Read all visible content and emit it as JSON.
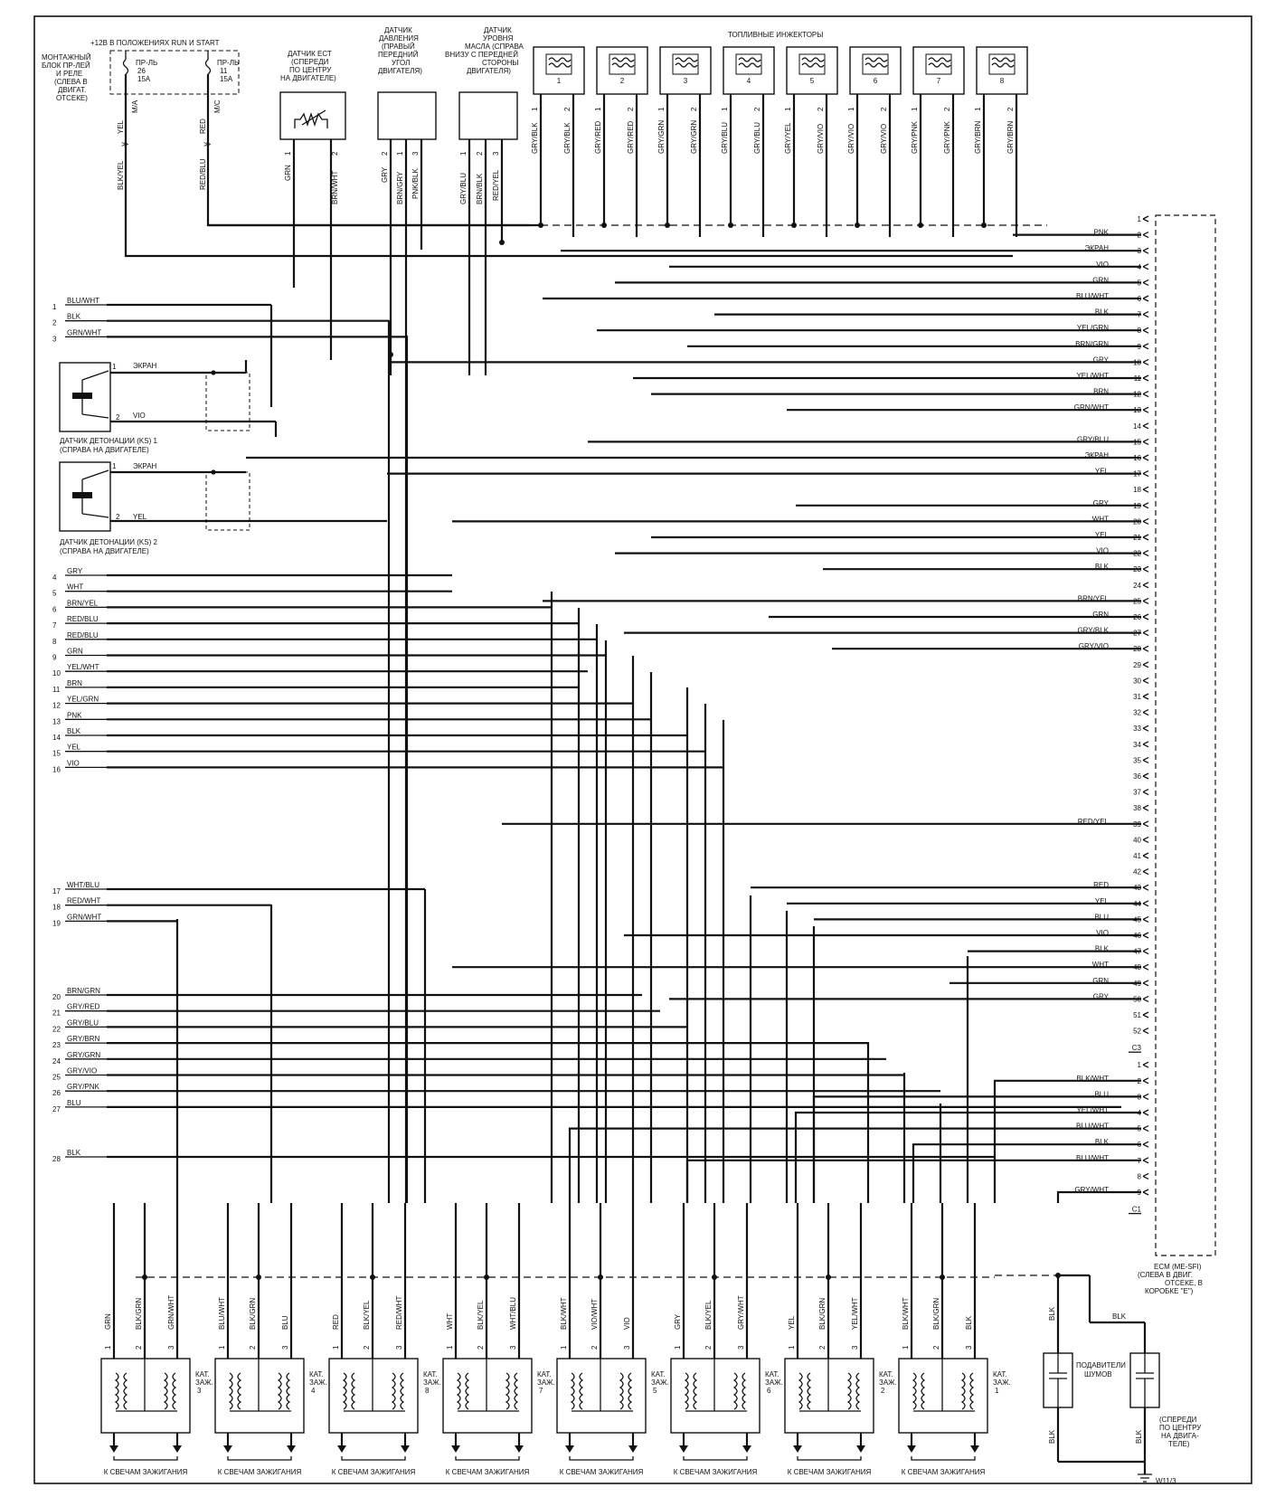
{
  "fuse_block": {
    "supply_title": "+12В В ПОЛОЖЕНИЯХ RUN  И  START",
    "label_lines": [
      "МОНТАЖНЫЙ",
      "БЛОК ПР-ЛЕЙ",
      "И  РЕЛЕ",
      "(СЛЕВА В",
      "ДВИГАТ.",
      "ОТСЕКЕ)"
    ],
    "fuses": [
      {
        "lines": [
          "ПР-ЛЬ",
          "26",
          "15А"
        ],
        "pin": "M/A",
        "wire_top": "YEL",
        "wire_bottom": "BLK/YEL"
      },
      {
        "lines": [
          "ПР-ЛЬ",
          "11",
          "15А"
        ],
        "pin": "M/C",
        "wire_top": "RED",
        "wire_bottom": "RED/BLU"
      }
    ]
  },
  "sensors": {
    "ect": {
      "lines": [
        "ДАТЧИК ЕСТ",
        "(СПЕРЕДИ",
        "ПО ЦЕНТРУ",
        "НА ДВИГАТЕЛЕ)"
      ],
      "wires": [
        "GRN",
        "BRN/WHT"
      ],
      "pins": [
        "1",
        "2"
      ]
    },
    "pressure": {
      "lines": [
        "ДАТЧИК",
        "ДАВЛЕНИЯ",
        "(ПРАВЫЙ",
        "ПЕРЕДНИЙ",
        "УГОЛ",
        "ДВИГАТЕЛЯ)"
      ],
      "wires": [
        "GRY",
        "BRN/GRY",
        "PNK/BLK"
      ],
      "pins": [
        "2",
        "1",
        "3"
      ]
    },
    "oil_level": {
      "lines": [
        "ДАТЧИК",
        "УРОВНЯ",
        "МАСЛА (СПРАВА",
        "ВНИЗУ С ПЕРЕДНЕЙ",
        "СТОРОНЫ",
        "ДВИГАТЕЛЯ)"
      ],
      "wires": [
        "GRY/BLU",
        "BRN/BLK",
        "RED/YEL"
      ],
      "pins": [
        "1",
        "2",
        "3"
      ]
    },
    "knock1": {
      "lines": [
        "ДАТЧИК ДЕТОНАЦИИ  (KS) 1",
        "(СПРАВА НА ДВИГАТЕЛЕ)"
      ],
      "w1": "ЭКРАН",
      "w2": "VIO"
    },
    "knock2": {
      "lines": [
        "ДАТЧИК ДЕТОНАЦИИ  (KS) 2",
        "(СПРАВА НА ДВИГАТЕЛЕ)"
      ],
      "w1": "ЭКРАН",
      "w2": "YEL"
    }
  },
  "injectors": {
    "title": "ТОПЛИВНЫЕ ИНЖЕКТОРЫ",
    "items": [
      {
        "num": "1",
        "w1": "GRY/BLK",
        "w2": "GRY/BLK"
      },
      {
        "num": "2",
        "w1": "GRY/RED",
        "w2": "GRY/RED"
      },
      {
        "num": "3",
        "w1": "GRY/GRN",
        "w2": "GRY/GRN"
      },
      {
        "num": "4",
        "w1": "GRY/BLU",
        "w2": "GRY/BLU"
      },
      {
        "num": "5",
        "w1": "GRY/YEL",
        "w2": "GRY/VIO"
      },
      {
        "num": "6",
        "w1": "GRY/VIO",
        "w2": "GRY/VIO"
      },
      {
        "num": "7",
        "w1": "GRY/PNK",
        "w2": "GRY/PNK"
      },
      {
        "num": "8",
        "w1": "GRY/BRN",
        "w2": "GRY/BRN"
      }
    ]
  },
  "left_harness": [
    {
      "num": "1",
      "color": "BLU/WHT"
    },
    {
      "num": "2",
      "color": "BLK"
    },
    {
      "num": "3",
      "color": "GRN/WHT"
    },
    {
      "num": "4",
      "color": "GRY"
    },
    {
      "num": "5",
      "color": "WHT"
    },
    {
      "num": "6",
      "color": "BRN/YEL"
    },
    {
      "num": "7",
      "color": "RED/BLU"
    },
    {
      "num": "8",
      "color": "RED/BLU"
    },
    {
      "num": "9",
      "color": "GRN"
    },
    {
      "num": "10",
      "color": "YEL/WHT"
    },
    {
      "num": "11",
      "color": "BRN"
    },
    {
      "num": "12",
      "color": "YEL/GRN"
    },
    {
      "num": "13",
      "color": "PNK"
    },
    {
      "num": "14",
      "color": "BLK"
    },
    {
      "num": "15",
      "color": "YEL"
    },
    {
      "num": "16",
      "color": "VIO"
    },
    {
      "num": "17",
      "color": "WHT/BLU"
    },
    {
      "num": "18",
      "color": "RED/WHT"
    },
    {
      "num": "19",
      "color": "GRN/WHT"
    },
    {
      "num": "20",
      "color": "BRN/GRN"
    },
    {
      "num": "21",
      "color": "GRY/RED"
    },
    {
      "num": "22",
      "color": "GRY/BLU"
    },
    {
      "num": "23",
      "color": "GRY/BRN"
    },
    {
      "num": "24",
      "color": "GRY/GRN"
    },
    {
      "num": "25",
      "color": "GRY/VIO"
    },
    {
      "num": "26",
      "color": "GRY/PNK"
    },
    {
      "num": "27",
      "color": "BLU"
    },
    {
      "num": "28",
      "color": "BLK"
    }
  ],
  "ecm": {
    "label_lines": [
      "ECM (ME-SFI)",
      "(СЛЕВА В ДВИГ.",
      "ОТСЕКЕ, В",
      "КОРОБКЕ \"E\")"
    ],
    "connector_c3": "C3",
    "connector_c1": "C1",
    "c3_pins": [
      {
        "num": "1",
        "color": ""
      },
      {
        "num": "2",
        "color": "PNK"
      },
      {
        "num": "3",
        "color": "ЭКРАН"
      },
      {
        "num": "4",
        "color": "VIO"
      },
      {
        "num": "5",
        "color": "GRN"
      },
      {
        "num": "6",
        "color": "BLU/WHT"
      },
      {
        "num": "7",
        "color": "BLK"
      },
      {
        "num": "8",
        "color": "YEL/GRN"
      },
      {
        "num": "9",
        "color": "BRN/GRN"
      },
      {
        "num": "10",
        "color": "GRY"
      },
      {
        "num": "11",
        "color": "YEL/WHT"
      },
      {
        "num": "12",
        "color": "BRN"
      },
      {
        "num": "13",
        "color": "GRN/WHT"
      },
      {
        "num": "14",
        "color": ""
      },
      {
        "num": "15",
        "color": "GRY/BLU"
      },
      {
        "num": "16",
        "color": "ЭКРАН"
      },
      {
        "num": "17",
        "color": "YEL"
      },
      {
        "num": "18",
        "color": ""
      },
      {
        "num": "19",
        "color": "GRY"
      },
      {
        "num": "20",
        "color": "WHT"
      },
      {
        "num": "21",
        "color": "YEL"
      },
      {
        "num": "22",
        "color": "VIO"
      },
      {
        "num": "23",
        "color": "BLK"
      },
      {
        "num": "24",
        "color": ""
      },
      {
        "num": "25",
        "color": "BRN/YEL"
      },
      {
        "num": "26",
        "color": "GRN"
      },
      {
        "num": "27",
        "color": "GRY/BLK"
      },
      {
        "num": "28",
        "color": "GRY/VIO"
      },
      {
        "num": "29",
        "color": ""
      },
      {
        "num": "30",
        "color": ""
      },
      {
        "num": "31",
        "color": ""
      },
      {
        "num": "32",
        "color": ""
      },
      {
        "num": "33",
        "color": ""
      },
      {
        "num": "34",
        "color": ""
      },
      {
        "num": "35",
        "color": ""
      },
      {
        "num": "36",
        "color": ""
      },
      {
        "num": "37",
        "color": ""
      },
      {
        "num": "38",
        "color": ""
      },
      {
        "num": "39",
        "color": "RED/YEL"
      },
      {
        "num": "40",
        "color": ""
      },
      {
        "num": "41",
        "color": ""
      },
      {
        "num": "42",
        "color": ""
      },
      {
        "num": "43",
        "color": "RED"
      },
      {
        "num": "44",
        "color": "YEL"
      },
      {
        "num": "45",
        "color": "BLU"
      },
      {
        "num": "46",
        "color": "VIO"
      },
      {
        "num": "47",
        "color": "BLK"
      },
      {
        "num": "48",
        "color": "WHT"
      },
      {
        "num": "49",
        "color": "GRN"
      },
      {
        "num": "50",
        "color": "GRY"
      },
      {
        "num": "51",
        "color": ""
      },
      {
        "num": "52",
        "color": ""
      }
    ],
    "c1_pins": [
      {
        "num": "1",
        "color": ""
      },
      {
        "num": "2",
        "color": "BLK/WHT"
      },
      {
        "num": "3",
        "color": "BLU"
      },
      {
        "num": "4",
        "color": "YEL/WHT"
      },
      {
        "num": "5",
        "color": "BLU/WHT"
      },
      {
        "num": "6",
        "color": "BLK"
      },
      {
        "num": "7",
        "color": "BLU/WHT"
      },
      {
        "num": "8",
        "color": ""
      },
      {
        "num": "9",
        "color": "GRY/WHT"
      }
    ]
  },
  "coils": [
    {
      "label": [
        "КАТ.",
        "ЗАЖ.",
        "3"
      ],
      "wires": [
        "GRN",
        "BLK/GRN",
        "GRN/WHT"
      ]
    },
    {
      "label": [
        "КАТ.",
        "ЗАЖ.",
        "4"
      ],
      "wires": [
        "BLU/WHT",
        "BLK/GRN",
        "BLU"
      ]
    },
    {
      "label": [
        "КАТ.",
        "ЗАЖ.",
        "8"
      ],
      "wires": [
        "RED",
        "BLK/YEL",
        "RED/WHT"
      ]
    },
    {
      "label": [
        "КАТ.",
        "ЗАЖ.",
        "7"
      ],
      "wires": [
        "WHT",
        "BLK/YEL",
        "WHT/BLU"
      ]
    },
    {
      "label": [
        "КАТ.",
        "ЗАЖ.",
        "5"
      ],
      "wires": [
        "BLK/WHT",
        "VIO/WHT",
        "VIO"
      ]
    },
    {
      "label": [
        "КАТ.",
        "ЗАЖ.",
        "6"
      ],
      "wires": [
        "GRY",
        "BLK/YEL",
        "GRY/WHT"
      ]
    },
    {
      "label": [
        "КАТ.",
        "ЗАЖ.",
        "2"
      ],
      "wires": [
        "YEL",
        "BLK/GRN",
        "YEL/WHT"
      ]
    },
    {
      "label": [
        "КАТ.",
        "ЗАЖ.",
        "1"
      ],
      "wires": [
        "BLK/WHT",
        "BLK/GRN",
        "BLK"
      ]
    }
  ],
  "coil_pins": [
    "1",
    "2",
    "3"
  ],
  "spark_label": "К СВЕЧАМ ЗАЖИГАНИЯ",
  "suppressors": {
    "label_lines": [
      "ПОДАВИТЕЛИ",
      "ШУМОВ"
    ],
    "wire": "BLK",
    "ground_lines": [
      "(СПЕРЕДИ",
      "ПО ЦЕНТРУ",
      "НА ДВИГА-",
      "ТЕЛЕ)"
    ],
    "ground_id": "W11/3"
  }
}
